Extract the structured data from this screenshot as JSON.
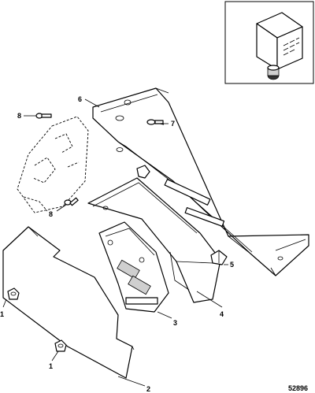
{
  "callouts": {
    "c1a": "1",
    "c1b": "1",
    "c2": "2",
    "c3": "3",
    "c4": "4",
    "c5": "5",
    "c6": "6",
    "c7": "7",
    "c8a": "8",
    "c8b": "8"
  },
  "figure_number": "52896"
}
